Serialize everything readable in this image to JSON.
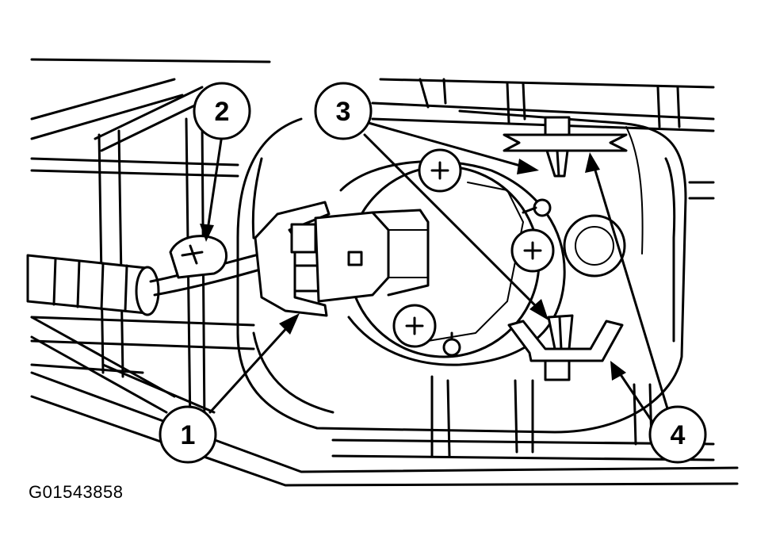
{
  "figure": {
    "id": "G01543858"
  },
  "callouts": [
    {
      "number": "1"
    },
    {
      "number": "2"
    },
    {
      "number": "3"
    },
    {
      "number": "4"
    }
  ],
  "colors": {
    "line": "#000000",
    "background": "#ffffff"
  }
}
